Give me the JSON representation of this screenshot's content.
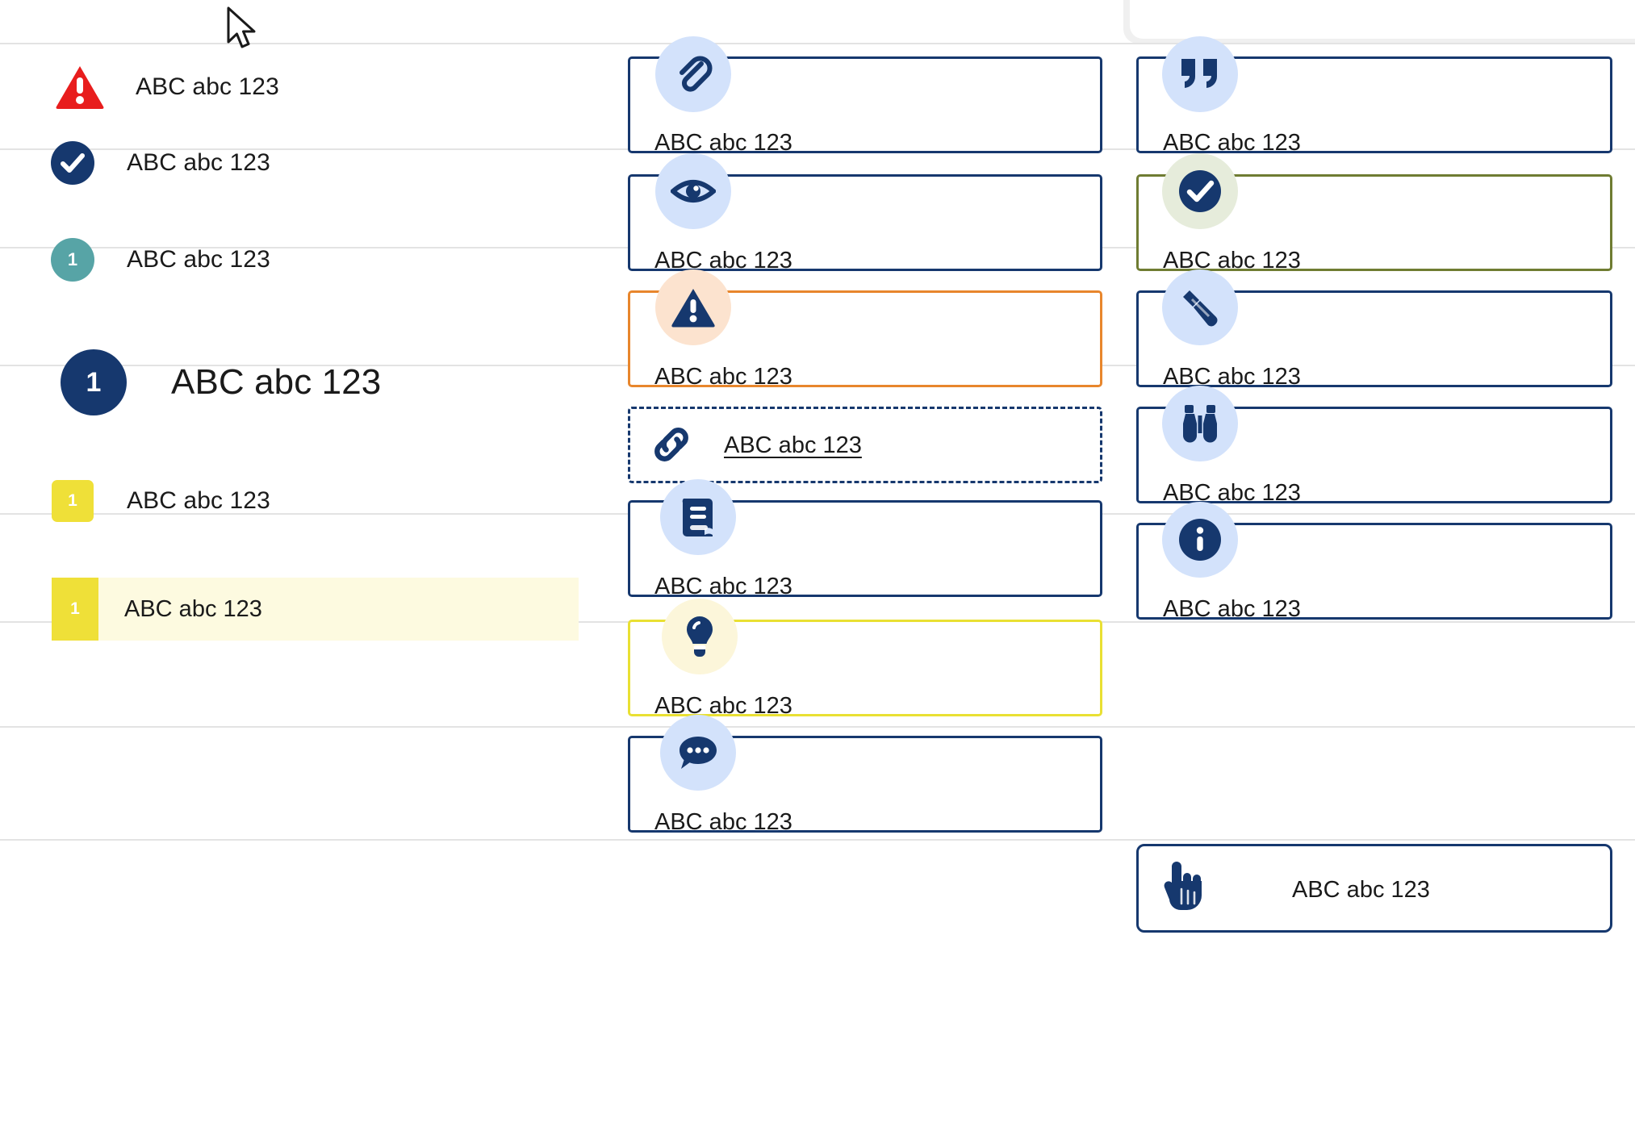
{
  "meta": {
    "label_text": "ABC abc 123",
    "badge_number": "1"
  },
  "colors": {
    "brand_navy": "#16386e",
    "danger_red": "#e81d1d",
    "teal": "#57a4a6",
    "yellow": "#efe038",
    "yellow_soft": "#fdfae0",
    "orange": "#e8862c",
    "green": "#6f7c32",
    "chip_blue": "#d3e2fb",
    "chip_peach": "#fce3cf",
    "chip_mint": "#e6ecdb",
    "chip_cream": "#fcf6da",
    "divider": "#e3e3e3",
    "text": "#1a1a1a"
  },
  "left_column": {
    "rows": [
      {
        "icon": "warning-triangle-icon",
        "badge": "",
        "label": "ABC abc 123",
        "style": "red-triangle"
      },
      {
        "icon": "check-circle-icon",
        "badge": "",
        "label": "ABC abc 123",
        "style": "navy-circle"
      },
      {
        "icon": "number-badge-icon",
        "badge": "1",
        "label": "ABC abc 123",
        "style": "teal-circle"
      },
      {
        "icon": "number-badge-icon",
        "badge": "1",
        "label": "ABC abc 123",
        "style": "navy-circle-large"
      },
      {
        "icon": "number-badge-icon",
        "badge": "1",
        "label": "ABC abc 123",
        "style": "yellow-square"
      },
      {
        "icon": "number-badge-icon",
        "badge": "1",
        "label": "ABC abc 123",
        "style": "yellow-highlight-selected"
      }
    ]
  },
  "middle_column": {
    "cards": [
      {
        "icon": "paperclip-icon",
        "label": "ABC abc 123",
        "border": "navy"
      },
      {
        "icon": "eye-icon",
        "label": "ABC abc 123",
        "border": "navy"
      },
      {
        "icon": "warning-triangle-icon",
        "label": "ABC abc 123",
        "border": "orange"
      },
      {
        "icon": "link-icon",
        "label": "ABC abc 123",
        "border": "navy-dashed",
        "link": true
      },
      {
        "icon": "book-icon",
        "label": "ABC abc 123",
        "border": "navy"
      },
      {
        "icon": "lightbulb-icon",
        "label": "ABC abc 123",
        "border": "yellow"
      },
      {
        "icon": "comment-bubble-icon",
        "label": "ABC abc 123",
        "border": "navy"
      }
    ]
  },
  "right_column": {
    "cards": [
      {
        "icon": "quote-icon",
        "label": "ABC abc 123",
        "border": "navy"
      },
      {
        "icon": "check-circle-icon",
        "label": "ABC abc 123",
        "border": "green"
      },
      {
        "icon": "pencil-icon",
        "label": "ABC abc 123",
        "border": "navy"
      },
      {
        "icon": "binoculars-icon",
        "label": "ABC abc 123",
        "border": "navy"
      },
      {
        "icon": "info-circle-icon",
        "label": "ABC abc 123",
        "border": "navy"
      },
      {
        "icon": "pointing-hand-icon",
        "label": "ABC abc 123",
        "border": "navy",
        "inline": true
      }
    ]
  },
  "cursor": {
    "name": "mouse-pointer"
  }
}
